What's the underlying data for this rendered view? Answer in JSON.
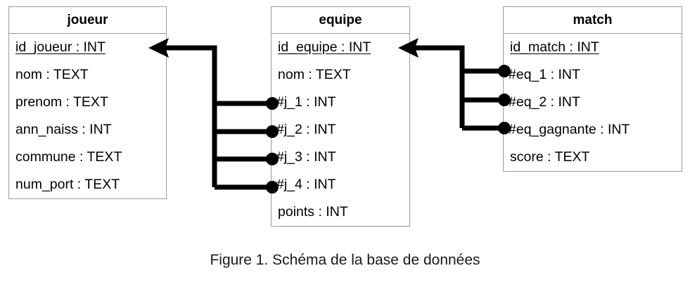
{
  "figure": {
    "caption": "Figure 1. Schéma de la base de données"
  },
  "tables": [
    {
      "id": "joueur",
      "title": "joueur",
      "fields": [
        {
          "label": "id_joueur : INT",
          "name": "id_joueur",
          "type": "INT",
          "key": "pk"
        },
        {
          "label": "nom : TEXT",
          "name": "nom",
          "type": "TEXT",
          "key": "none"
        },
        {
          "label": "prenom : TEXT",
          "name": "prenom",
          "type": "TEXT",
          "key": "none"
        },
        {
          "label": "ann_naiss : INT",
          "name": "ann_naiss",
          "type": "INT",
          "key": "none"
        },
        {
          "label": "commune : TEXT",
          "name": "commune",
          "type": "TEXT",
          "key": "none"
        },
        {
          "label": "num_port : TEXT",
          "name": "num_port",
          "type": "TEXT",
          "key": "none"
        }
      ]
    },
    {
      "id": "equipe",
      "title": "equipe",
      "fields": [
        {
          "label": "id_equipe : INT",
          "name": "id_equipe",
          "type": "INT",
          "key": "pk"
        },
        {
          "label": "nom : TEXT",
          "name": "nom",
          "type": "TEXT",
          "key": "none"
        },
        {
          "label": "#j_1 : INT",
          "name": "j_1",
          "type": "INT",
          "key": "fk"
        },
        {
          "label": "#j_2 : INT",
          "name": "j_2",
          "type": "INT",
          "key": "fk"
        },
        {
          "label": "#j_3 : INT",
          "name": "j_3",
          "type": "INT",
          "key": "fk"
        },
        {
          "label": "#j_4 : INT",
          "name": "j_4",
          "type": "INT",
          "key": "fk"
        },
        {
          "label": "points : INT",
          "name": "points",
          "type": "INT",
          "key": "none"
        }
      ]
    },
    {
      "id": "match",
      "title": "match",
      "fields": [
        {
          "label": "id_match : INT",
          "name": "id_match",
          "type": "INT",
          "key": "pk"
        },
        {
          "label": "#eq_1 : INT",
          "name": "eq_1",
          "type": "INT",
          "key": "fk"
        },
        {
          "label": "#eq_2 : INT",
          "name": "eq_2",
          "type": "INT",
          "key": "fk"
        },
        {
          "label": "#eq_gagnante : INT",
          "name": "eq_gagnante",
          "type": "INT",
          "key": "fk"
        },
        {
          "label": "score : TEXT",
          "name": "score",
          "type": "TEXT",
          "key": "none"
        }
      ]
    }
  ],
  "relations": [
    {
      "id": "equipe-joueur",
      "from_table": "equipe",
      "from_fields": [
        "j_1",
        "j_2",
        "j_3",
        "j_4"
      ],
      "to_table": "joueur",
      "to_field": "id_joueur"
    },
    {
      "id": "match-equipe",
      "from_table": "match",
      "from_fields": [
        "eq_1",
        "eq_2",
        "eq_gagnante"
      ],
      "to_table": "equipe",
      "to_field": "id_equipe"
    }
  ],
  "colors": {
    "box_border": "#9a9a9a",
    "connector": "#000000",
    "text": "#000000",
    "background": "#ffffff"
  }
}
